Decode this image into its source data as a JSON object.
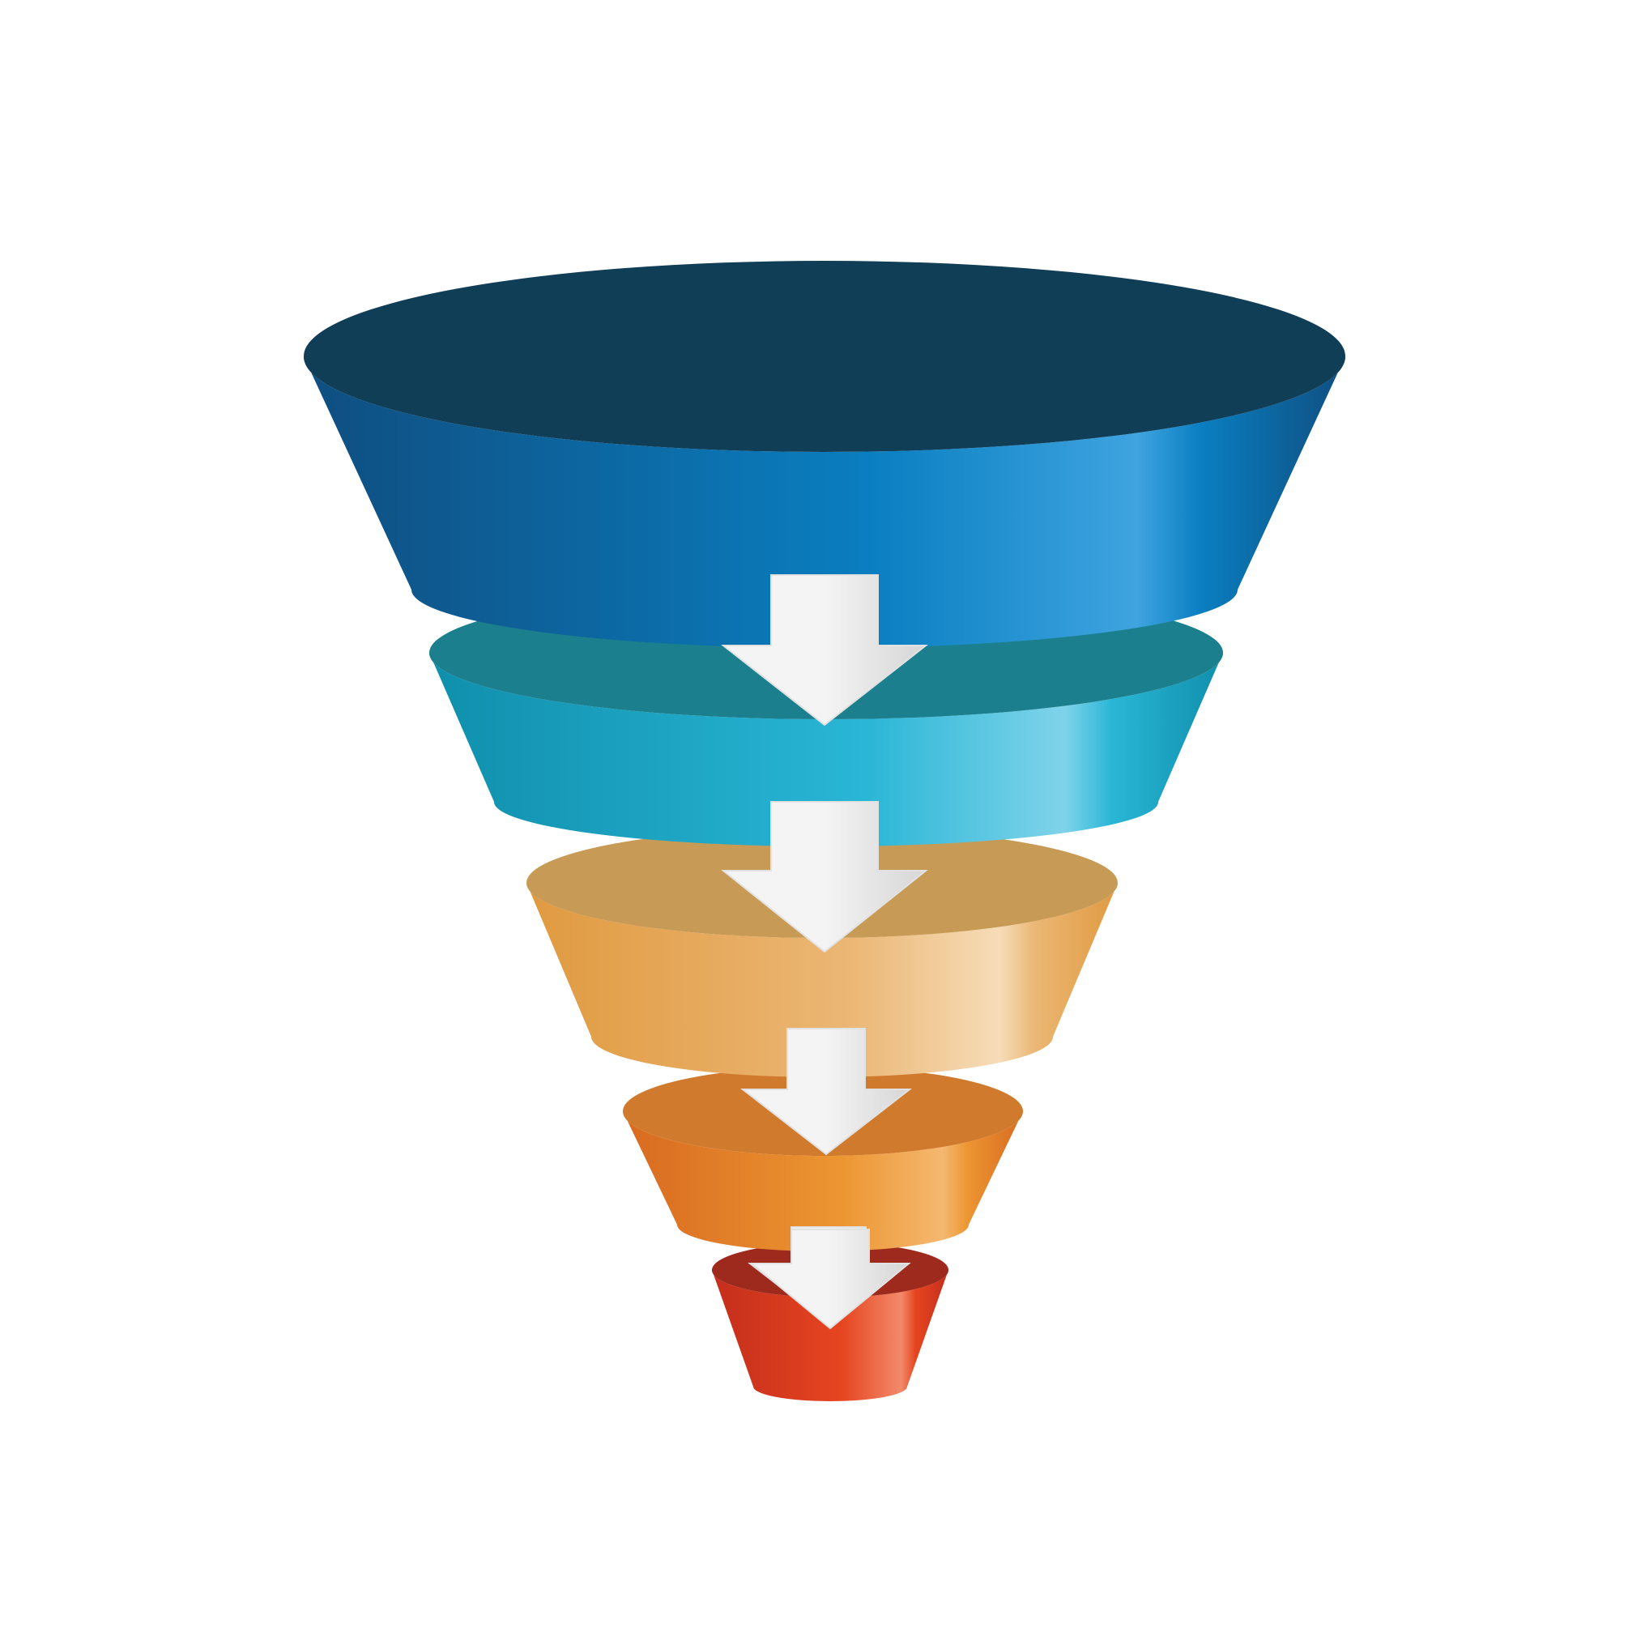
{
  "diagram": {
    "type": "funnel",
    "stage_count": 5,
    "arrow_count": 5,
    "colors": {
      "background": "#ffffff",
      "arrow_fill": "#f4f4f4",
      "arrow_shade": "#d6d6d6"
    },
    "stages": [
      {
        "color_top": "#113e57",
        "color_dark": "#0f4e80",
        "color_mid": "#0a7fc1",
        "color_light": "#3fa4e0"
      },
      {
        "color_top": "#1b7f8e",
        "color_dark": "#0f8fac",
        "color_mid": "#2ab6d6",
        "color_light": "#7fd3ea"
      },
      {
        "color_top": "#c79a55",
        "color_dark": "#e09a40",
        "color_mid": "#ebb775",
        "color_light": "#f6dcb8"
      },
      {
        "color_top": "#d07a2e",
        "color_dark": "#d86a20",
        "color_mid": "#ec9632",
        "color_light": "#f5b870"
      },
      {
        "color_top": "#9e2a1e",
        "color_dark": "#c42e1c",
        "color_mid": "#e64520",
        "color_light": "#f28a6a"
      }
    ]
  }
}
